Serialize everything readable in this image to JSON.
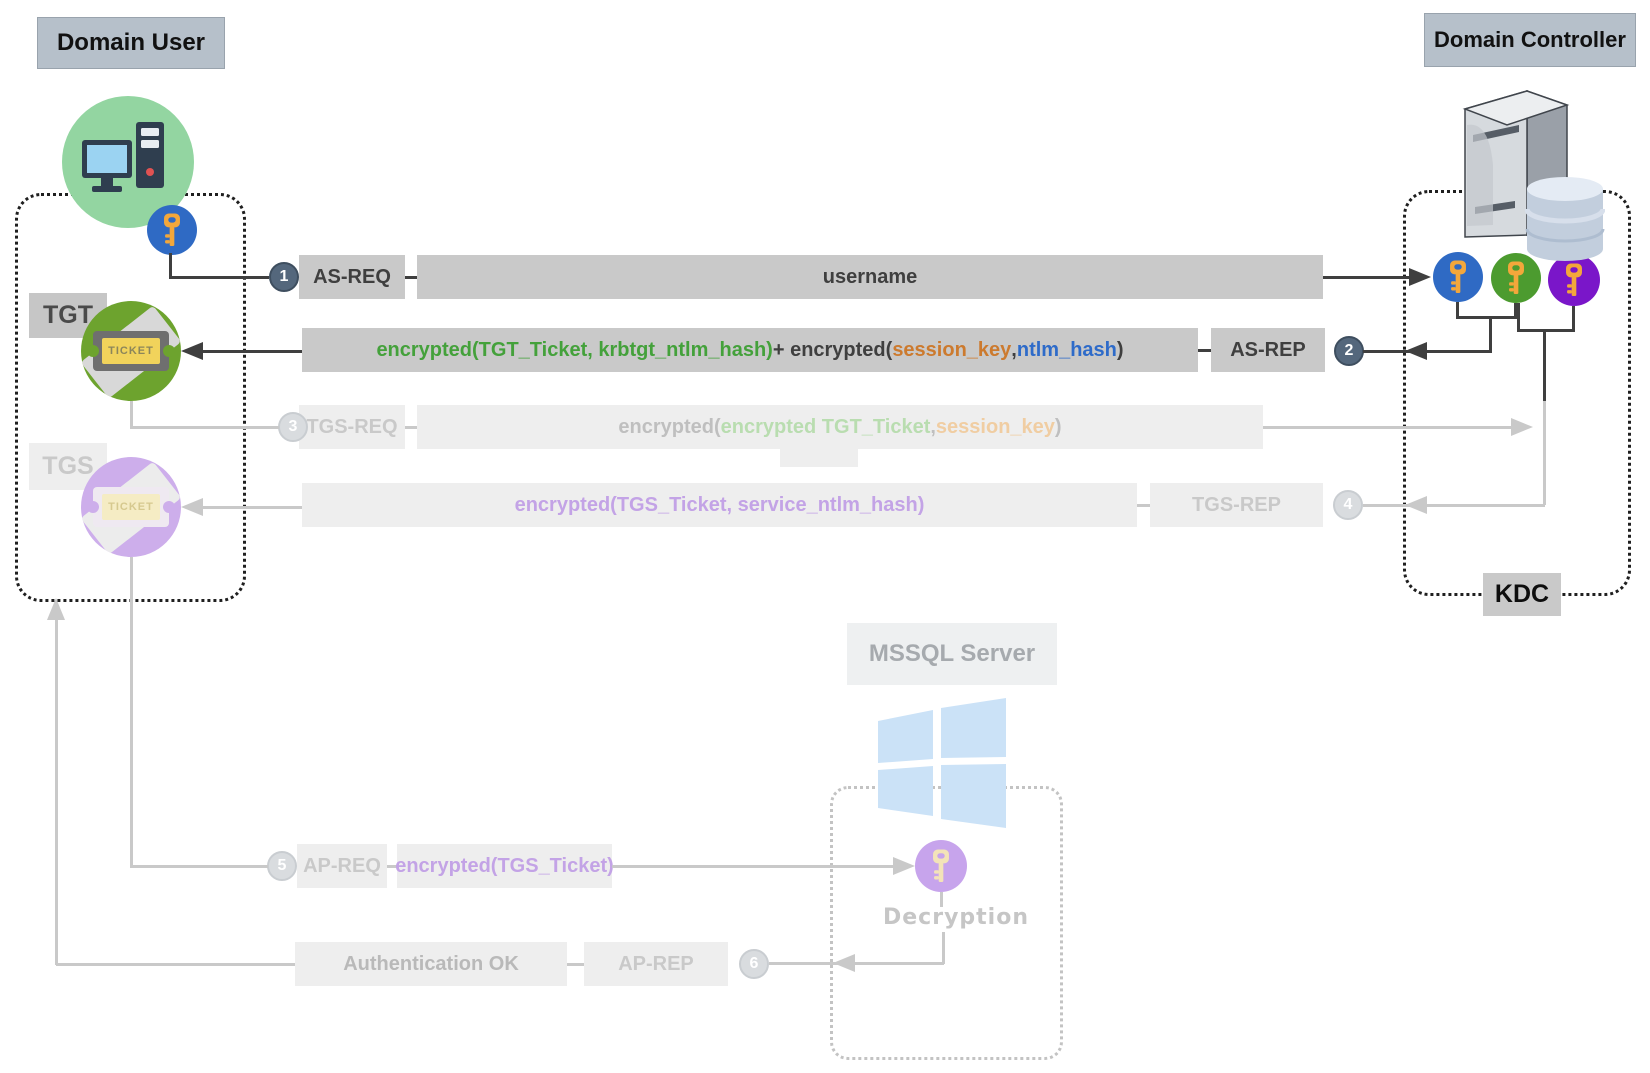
{
  "entities": {
    "domain_user": {
      "label": "Domain User"
    },
    "domain_controller": {
      "label": "Domain Controller"
    },
    "kdc": {
      "label": "KDC"
    },
    "mssql_server": {
      "label": "MSSQL Server"
    },
    "decryption": {
      "label": "Decryption"
    }
  },
  "tickets": {
    "tgt": {
      "label": "TGT",
      "ticket_text": "TICKET"
    },
    "tgs": {
      "label": "TGS",
      "ticket_text": "TICKET"
    }
  },
  "steps": [
    {
      "num": "1",
      "label": "AS-REQ",
      "segments": [
        {
          "text": "username",
          "color": "#3f3f3f"
        }
      ]
    },
    {
      "num": "2",
      "label": "AS-REP",
      "segments": [
        {
          "text": "encrypted(TGT_Ticket, krbtgt_ntlm_hash)",
          "color": "#44a13b"
        },
        {
          "text": " + encrypted(",
          "color": "#3f3f3f"
        },
        {
          "text": "session_key",
          "color": "#cc7a2e"
        },
        {
          "text": ",",
          "color": "#3f3f3f"
        },
        {
          "text": "ntlm_hash",
          "color": "#2e6bc9"
        },
        {
          "text": ")",
          "color": "#3f3f3f"
        }
      ]
    },
    {
      "num": "3",
      "label": "TGS-REQ",
      "segments": [
        {
          "text": "encrypted(",
          "color": "#bfbfbf"
        },
        {
          "text": "encrypted TGT_Ticket",
          "color": "#b9ddb0"
        },
        {
          "text": ", ",
          "color": "#bfbfbf"
        },
        {
          "text": "session_key",
          "color": "#f0cda2"
        },
        {
          "text": ")",
          "color": "#bfbfbf"
        }
      ]
    },
    {
      "num": "4",
      "label": "TGS-REP",
      "segments": [
        {
          "text": "encrypted(TGS_Ticket, service_ntlm_hash)",
          "color": "#c3a3e6"
        }
      ]
    },
    {
      "num": "5",
      "label": "AP-REQ",
      "segments": [
        {
          "text": "encrypted(TGS_Ticket)",
          "color": "#c3a3e6"
        }
      ]
    },
    {
      "num": "6",
      "label": "AP-REP",
      "segments": [
        {
          "text": "Authentication OK",
          "color": "#b9b9b9"
        }
      ]
    }
  ],
  "colors": {
    "user_circle_green": "#93d5a1",
    "tgt_circle_green": "#6da32e",
    "tgs_circle_purple": "#cdaeeb",
    "key_circle_blue": "#2f6ac4",
    "key_circle_green": "#4c9b2f",
    "key_circle_purple": "#7a16c9",
    "key_gold": "#f3a73b",
    "badge_dark": "#54677c",
    "box_gray": "#c9c9c9",
    "box_faded": "#eeeeee",
    "entity_label_bg": "#b6c0ca",
    "windows_logo_blue": "#cbe2f7",
    "decrypt_key_circle": "#c7a4ec"
  }
}
